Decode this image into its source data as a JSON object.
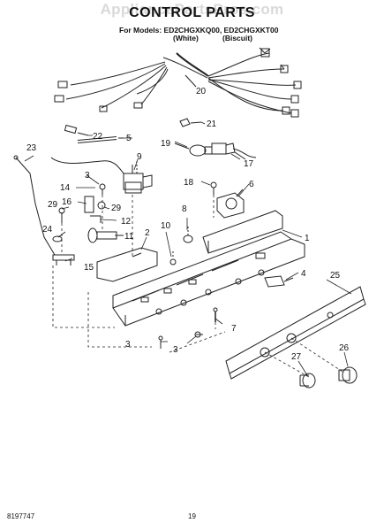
{
  "header": {
    "watermark": "AppliancePartsPros.com",
    "title": "CONTROL PARTS",
    "models_line": "For Models: ED2CHGXKQ00, ED2CHGXKT00",
    "variant_white": "(White)",
    "variant_biscuit": "(Biscuit)"
  },
  "callouts": [
    "1",
    "2",
    "3",
    "3",
    "3",
    "4",
    "5",
    "6",
    "7",
    "8",
    "9",
    "10",
    "11",
    "12",
    "14",
    "15",
    "16",
    "17",
    "18",
    "19",
    "20",
    "21",
    "22",
    "23",
    "24",
    "25",
    "26",
    "27",
    "29",
    "29"
  ],
  "footer": {
    "doc_number": "8197747",
    "page_number": "19"
  }
}
